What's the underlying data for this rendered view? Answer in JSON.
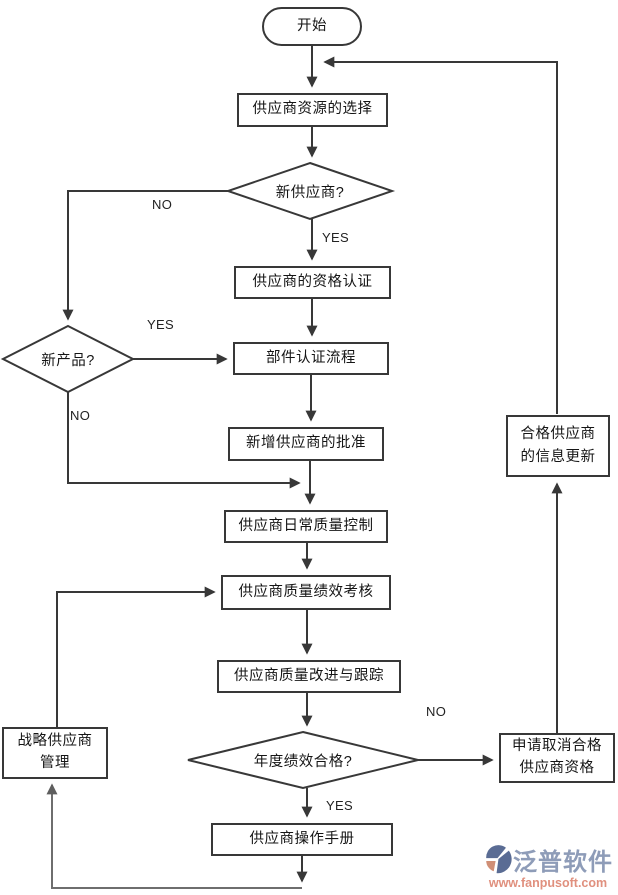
{
  "nodes": {
    "start": {
      "label": "开始"
    },
    "resource_select": {
      "label": "供应商资源的选择"
    },
    "new_supplier_q": {
      "label": "新供应商?"
    },
    "qualification": {
      "label": "供应商的资格认证"
    },
    "new_product_q": {
      "label": "新产品?"
    },
    "component_cert": {
      "label": "部件认证流程"
    },
    "approval": {
      "label": "新增供应商的批准"
    },
    "daily_quality": {
      "label": "供应商日常质量控制"
    },
    "performance_review": {
      "label": "供应商质量绩效考核"
    },
    "improvement": {
      "label": "供应商质量改进与跟踪"
    },
    "annual_q": {
      "label": "年度绩效合格?"
    },
    "manual": {
      "label": "供应商操作手册"
    },
    "strategic": {
      "line1": "战略供应商",
      "line2": "管理"
    },
    "info_update": {
      "line1": "合格供应商",
      "line2": "的信息更新"
    },
    "cancel_qual": {
      "line1": "申请取消合格",
      "line2": "供应商资格"
    }
  },
  "edge_labels": {
    "new_supplier_no": "NO",
    "new_supplier_yes": "YES",
    "new_product_yes": "YES",
    "new_product_no": "NO",
    "annual_no": "NO",
    "annual_yes": "YES"
  },
  "logo": {
    "brand": "泛普软件",
    "site": "www.fanpusoft.com"
  },
  "colors": {
    "flow_line": "#383838",
    "loop_line": "#6e6e6e",
    "brand_text": "#8e9cb8",
    "brand_url": "#e0907e",
    "logo_slate": "#5a6c94",
    "logo_salmon": "#d08f76"
  }
}
